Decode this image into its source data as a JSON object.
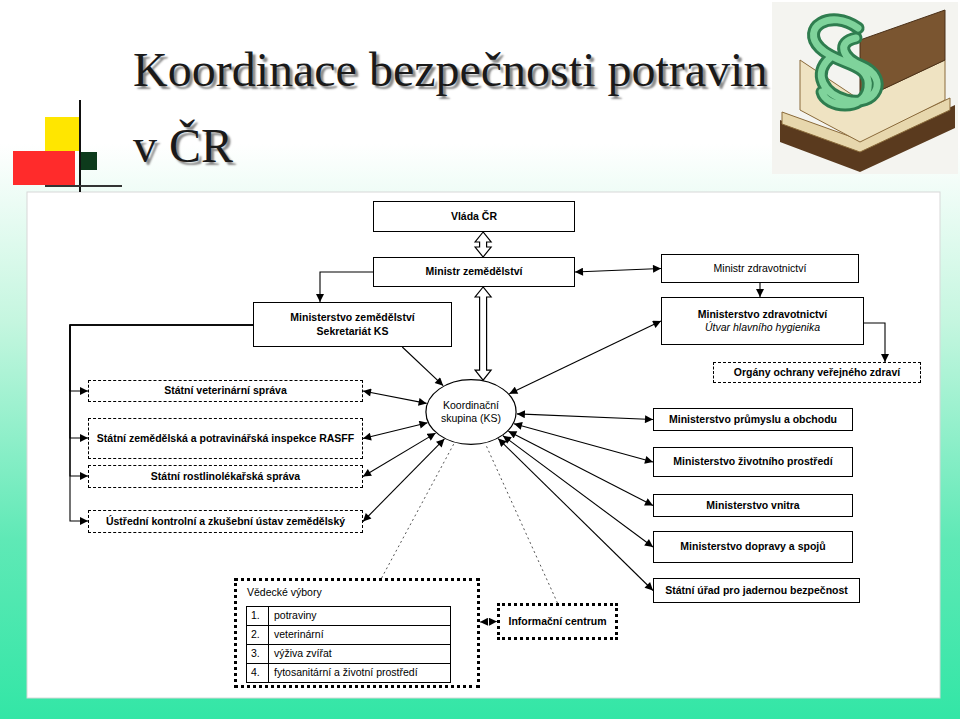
{
  "diagram": {
    "title": "Koordinace bezpečnosti potravin v ČR",
    "nodes": [
      {
        "text": [
          "Vláda ČR"
        ]
      },
      {
        "text": [
          "Ministr zemědělství"
        ]
      },
      {
        "text": [
          "Ministr zdravotnictví"
        ]
      },
      {
        "text": [
          "Ministerstvo zemědělství",
          "Sekretariát KS"
        ]
      },
      {
        "text": [
          "Ministerstvo zdravotnictví",
          "Útvar hlavního hygienika"
        ]
      },
      {
        "text": [
          "Orgány ochrany veřejného zdraví"
        ]
      },
      {
        "text": [
          "Státní veterinární správa"
        ]
      },
      {
        "text": [
          "Státní zemědělská a potravinářská inspekce RASFF"
        ]
      },
      {
        "text": [
          "Státní rostlinolékařská správa"
        ]
      },
      {
        "text": [
          "Ústřední kontrolní a zkušební ústav zemědělský"
        ]
      },
      {
        "text": [
          "Koordinační skupina (KS)"
        ]
      },
      {
        "text": [
          "Ministerstvo průmyslu a obchodu"
        ]
      },
      {
        "text": [
          "Ministerstvo životního prostředí"
        ]
      },
      {
        "text": [
          "Ministerstvo vnitra"
        ]
      },
      {
        "text": [
          "Ministerstvo dopravy a spojů"
        ]
      },
      {
        "text": [
          "Státní úřad pro jadernou bezpečnost"
        ]
      },
      {
        "text": [
          "Vědecké výbory"
        ]
      },
      {
        "text": [
          "1.",
          "potraviny"
        ],
        "in": 16
      },
      {
        "text": [
          "2.",
          "veterinární"
        ],
        "in": 16
      },
      {
        "text": [
          "3.",
          "výživa zvířat"
        ],
        "in": 16
      },
      {
        "text": [
          "4.",
          "fytosanitární a životní prostředí"
        ],
        "in": 16
      },
      {
        "text": [
          "Informační centrum"
        ]
      }
    ],
    "edges": [
      {
        "from": 0,
        "to": 1,
        "arrow": "both"
      },
      {
        "from": 1,
        "to": 3,
        "arrow": "to"
      },
      {
        "from": 1,
        "to": 2,
        "arrow": "both"
      },
      {
        "from": 2,
        "to": 4,
        "arrow": "to"
      },
      {
        "from": 1,
        "to": 10,
        "arrow": "both"
      },
      {
        "from": 3,
        "to": 10,
        "arrow": "to"
      },
      {
        "from": 4,
        "to": 10,
        "arrow": "both"
      },
      {
        "from": 4,
        "to": 5,
        "arrow": "to"
      },
      {
        "from": 3,
        "to": 6,
        "arrow": "to"
      },
      {
        "from": 3,
        "to": 7,
        "arrow": "to"
      },
      {
        "from": 3,
        "to": 8,
        "arrow": "to"
      },
      {
        "from": 3,
        "to": 9,
        "arrow": "to"
      },
      {
        "from": 6,
        "to": 10,
        "arrow": "both"
      },
      {
        "from": 7,
        "to": 10,
        "arrow": "both"
      },
      {
        "from": 8,
        "to": 10,
        "arrow": "both"
      },
      {
        "from": 9,
        "to": 10,
        "arrow": "both"
      },
      {
        "from": 10,
        "to": 11,
        "arrow": "both"
      },
      {
        "from": 10,
        "to": 12,
        "arrow": "both"
      },
      {
        "from": 10,
        "to": 13,
        "arrow": "both"
      },
      {
        "from": 10,
        "to": 14,
        "arrow": "both"
      },
      {
        "from": 10,
        "to": 15,
        "arrow": "both"
      },
      {
        "from": 16,
        "to": 10,
        "arrow": "none"
      },
      {
        "from": 21,
        "to": 10,
        "arrow": "none"
      },
      {
        "from": 16,
        "to": 21,
        "arrow": "both"
      }
    ]
  }
}
